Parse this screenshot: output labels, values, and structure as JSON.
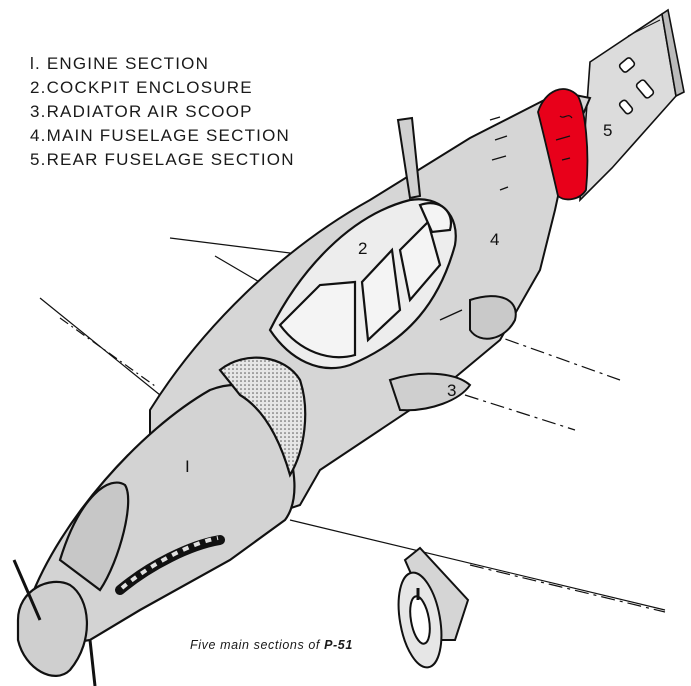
{
  "legend": {
    "items": [
      "l. ENGINE SECTION",
      "2.COCKPIT ENCLOSURE",
      "3.RADIATOR AIR SCOOP",
      "4.MAIN FUSELAGE SECTION",
      "5.REAR FUSELAGE SECTION"
    ]
  },
  "callouts": {
    "n1": "I",
    "n2": "2",
    "n3": "3",
    "n4": "4",
    "n5": "5"
  },
  "caption": {
    "text": "Five main sections of ",
    "model": "P-51"
  },
  "colors": {
    "highlight": "#e8001a",
    "fuselage": "#d9d9d9",
    "line": "#111111"
  }
}
